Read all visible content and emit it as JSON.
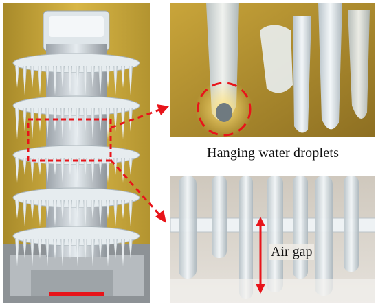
{
  "captions": {
    "top_right": "Hanging water droplets",
    "bottom_right": "Air gap"
  },
  "colors": {
    "annotation_red": "#e8141a",
    "background_gold": "#c9a73a",
    "ice": "#e8eef2"
  },
  "panels": {
    "left": "iced-cylindrical-structure-photo",
    "top_right": "hanging-droplet-closeup-photo",
    "bottom_right": "air-gap-closeup-photo"
  }
}
